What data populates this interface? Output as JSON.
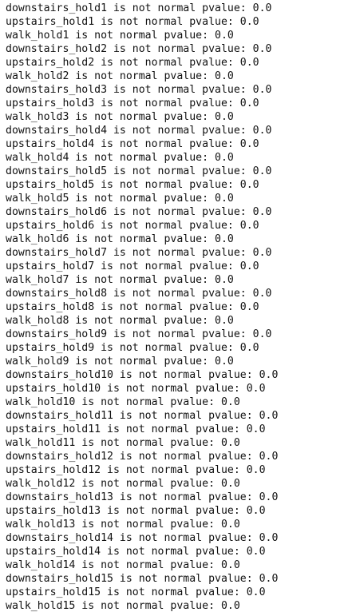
{
  "output_lines": [
    "downstairs_hold1 is not normal pvalue: 0.0",
    "upstairs_hold1 is not normal pvalue: 0.0",
    "walk_hold1 is not normal pvalue: 0.0",
    "downstairs_hold2 is not normal pvalue: 0.0",
    "upstairs_hold2 is not normal pvalue: 0.0",
    "walk_hold2 is not normal pvalue: 0.0",
    "downstairs_hold3 is not normal pvalue: 0.0",
    "upstairs_hold3 is not normal pvalue: 0.0",
    "walk_hold3 is not normal pvalue: 0.0",
    "downstairs_hold4 is not normal pvalue: 0.0",
    "upstairs_hold4 is not normal pvalue: 0.0",
    "walk_hold4 is not normal pvalue: 0.0",
    "downstairs_hold5 is not normal pvalue: 0.0",
    "upstairs_hold5 is not normal pvalue: 0.0",
    "walk_hold5 is not normal pvalue: 0.0",
    "downstairs_hold6 is not normal pvalue: 0.0",
    "upstairs_hold6 is not normal pvalue: 0.0",
    "walk_hold6 is not normal pvalue: 0.0",
    "downstairs_hold7 is not normal pvalue: 0.0",
    "upstairs_hold7 is not normal pvalue: 0.0",
    "walk_hold7 is not normal pvalue: 0.0",
    "downstairs_hold8 is not normal pvalue: 0.0",
    "upstairs_hold8 is not normal pvalue: 0.0",
    "walk_hold8 is not normal pvalue: 0.0",
    "downstairs_hold9 is not normal pvalue: 0.0",
    "upstairs_hold9 is not normal pvalue: 0.0",
    "walk_hold9 is not normal pvalue: 0.0",
    "downstairs_hold10 is not normal pvalue: 0.0",
    "upstairs_hold10 is not normal pvalue: 0.0",
    "walk_hold10 is not normal pvalue: 0.0",
    "downstairs_hold11 is not normal pvalue: 0.0",
    "upstairs_hold11 is not normal pvalue: 0.0",
    "walk_hold11 is not normal pvalue: 0.0",
    "downstairs_hold12 is not normal pvalue: 0.0",
    "upstairs_hold12 is not normal pvalue: 0.0",
    "walk_hold12 is not normal pvalue: 0.0",
    "downstairs_hold13 is not normal pvalue: 0.0",
    "upstairs_hold13 is not normal pvalue: 0.0",
    "walk_hold13 is not normal pvalue: 0.0",
    "downstairs_hold14 is not normal pvalue: 0.0",
    "upstairs_hold14 is not normal pvalue: 0.0",
    "walk_hold14 is not normal pvalue: 0.0",
    "downstairs_hold15 is not normal pvalue: 0.0",
    "upstairs_hold15 is not normal pvalue: 0.0",
    "walk_hold15 is not normal pvalue: 0.0"
  ]
}
